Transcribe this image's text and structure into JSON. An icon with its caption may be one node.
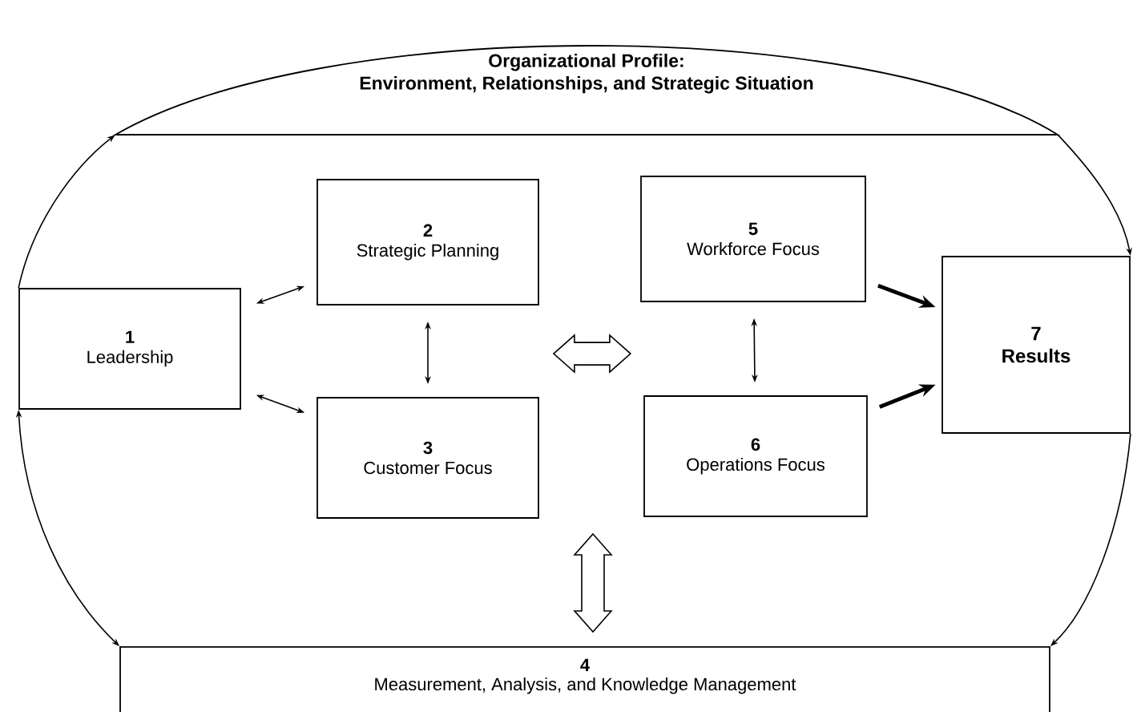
{
  "diagram": {
    "nodes": [
      {
        "text": [
          "Organizational Profile:",
          "Environment, Relationships, and Strategic Situation"
        ]
      },
      {
        "text": [
          "1",
          "Leadership"
        ]
      },
      {
        "text": [
          "2",
          "Strategic Planning"
        ]
      },
      {
        "text": [
          "3",
          "Customer Focus"
        ]
      },
      {
        "text": [
          "5",
          "Workforce Focus"
        ]
      },
      {
        "text": [
          "6",
          "Operations Focus"
        ]
      },
      {
        "text": [
          "7",
          "Results"
        ]
      },
      {
        "text": [
          "4",
          "Measurement, Analysis, and Knowledge Management"
        ]
      }
    ],
    "edges": [
      {
        "from": 1,
        "to": 0,
        "arrow": "to"
      },
      {
        "from": 7,
        "to": 1,
        "arrow": "both"
      },
      {
        "from": 0,
        "to": 6,
        "arrow": "to"
      },
      {
        "from": 6,
        "to": 7,
        "arrow": "to"
      },
      {
        "from": 1,
        "to": 2,
        "arrow": "both"
      },
      {
        "from": 1,
        "to": 3,
        "arrow": "both"
      },
      {
        "from": 2,
        "to": 3,
        "arrow": "both"
      },
      {
        "from": 4,
        "to": 5,
        "arrow": "both"
      },
      {
        "from": 4,
        "to": 6,
        "arrow": "to",
        "style": "thick"
      },
      {
        "from": 5,
        "to": 6,
        "arrow": "to",
        "style": "thick"
      },
      {
        "from": 3,
        "to": 5,
        "arrow": "both"
      },
      {
        "from": null,
        "to": 7,
        "arrow": "both"
      }
    ]
  }
}
